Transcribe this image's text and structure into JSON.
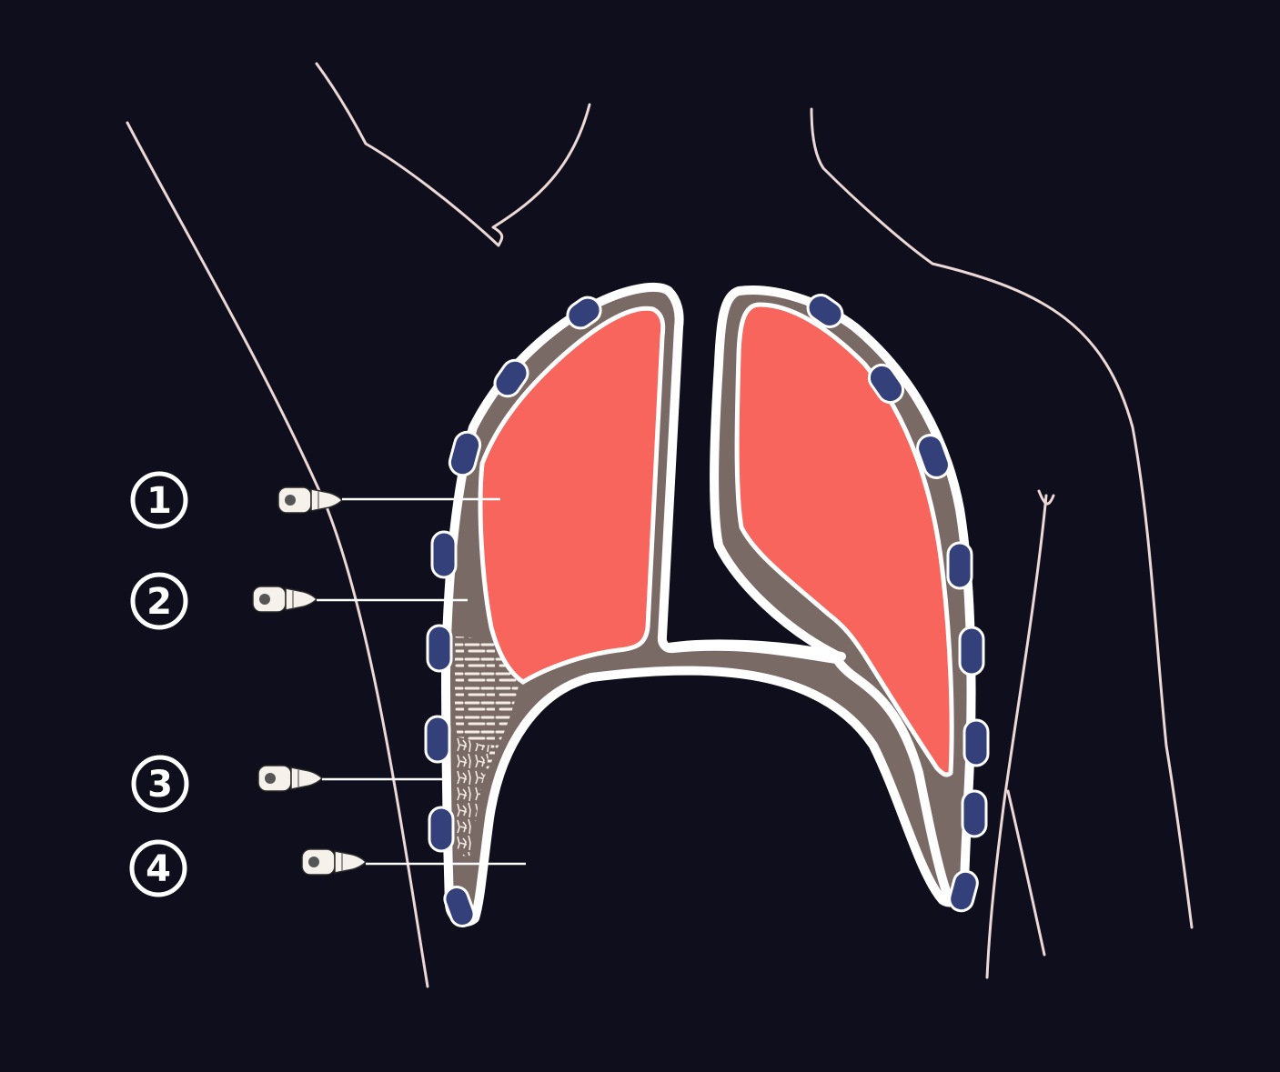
{
  "colors": {
    "background": "#0e0e1c",
    "body_outline": "#ecd9d6",
    "lung": "#f8655c",
    "pleura": "#7a6a66",
    "fluid_lines": "#f4ece4",
    "rib": "#34407a",
    "membrane": "#ffffff"
  },
  "markers": [
    {
      "number": "1"
    },
    {
      "number": "2"
    },
    {
      "number": "3"
    },
    {
      "number": "4"
    }
  ],
  "icons": {
    "probe": "ultrasound-probe-icon",
    "marker": "numbered-circle-icon"
  }
}
